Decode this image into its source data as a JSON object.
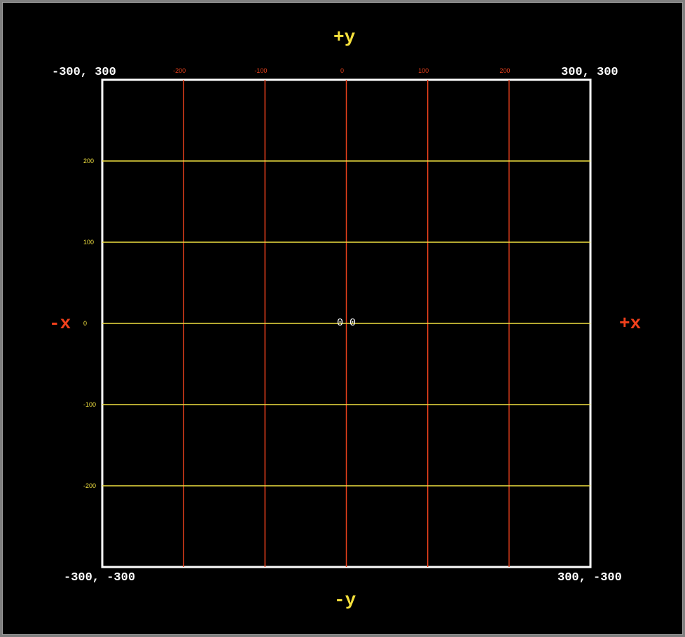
{
  "axes": {
    "plus_y": "+y",
    "minus_y": "-y",
    "minus_x": "-x",
    "plus_x": "+x"
  },
  "corners": {
    "top_left": "-300, 300",
    "top_right": "300, 300",
    "bottom_left": "-300, -300",
    "bottom_right": "300, -300"
  },
  "origin_label": "0 0",
  "colors": {
    "background": "#000000",
    "border": "#ffffff",
    "x_gridline": "#e8401c",
    "y_gridline": "#f0e040",
    "x_axis_label": "#f0401c",
    "y_axis_label": "#f5e03c"
  },
  "grid": {
    "x_range": [
      -300,
      300
    ],
    "y_range": [
      -300,
      300
    ],
    "x_ticks": [
      -200,
      -100,
      0,
      100,
      200
    ],
    "y_ticks": [
      200,
      100,
      0,
      -100,
      -200
    ]
  }
}
